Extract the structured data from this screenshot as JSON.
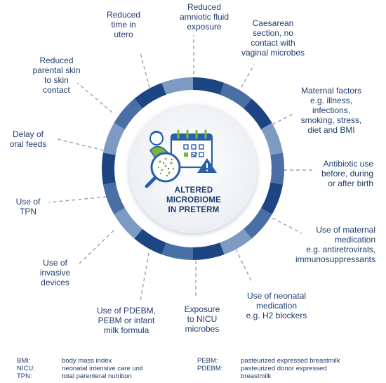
{
  "center": {
    "title_lines": [
      "ALTERED",
      "MICROBIOME",
      "IN PRETERM"
    ],
    "icon": "calendar-baby-microscope-warning-icon"
  },
  "factors": [
    {
      "id": "reduced-time-in-utero",
      "lines": [
        "Reduced",
        "time in",
        "utero"
      ]
    },
    {
      "id": "reduced-amniotic-fluid",
      "lines": [
        "Reduced",
        "amniotic fluid",
        "exposure"
      ]
    },
    {
      "id": "caesarean-section",
      "lines": [
        "Caesarean",
        "section, no",
        "contact with",
        "vaginal microbes"
      ]
    },
    {
      "id": "maternal-factors",
      "lines": [
        "Maternal factors",
        "e.g. illness,",
        "infections,",
        "smoking, stress,",
        "diet and BMI"
      ]
    },
    {
      "id": "antibiotic-use",
      "lines": [
        "Antibiotic use",
        "before, during",
        "or after birth"
      ]
    },
    {
      "id": "maternal-medication",
      "lines": [
        "Use of maternal",
        "medication",
        "e.g. antiretrovirals,",
        "immunosuppressants"
      ]
    },
    {
      "id": "neonatal-medication",
      "lines": [
        "Use of neonatal",
        "medication",
        "e.g. H2 blockers"
      ]
    },
    {
      "id": "nicu-exposure",
      "lines": [
        "Exposure",
        "to NICU",
        "microbes"
      ]
    },
    {
      "id": "milk-formula",
      "lines": [
        "Use of PDEBM,",
        "PEBM or infant",
        "milk formula"
      ]
    },
    {
      "id": "invasive-devices",
      "lines": [
        "Use of",
        "invasive",
        "devices"
      ]
    },
    {
      "id": "use-of-tpn",
      "lines": [
        "Use of",
        "TPN"
      ]
    },
    {
      "id": "delay-oral-feeds",
      "lines": [
        "Delay of",
        "oral feeds"
      ]
    },
    {
      "id": "reduced-skin-contact",
      "lines": [
        "Reduced",
        "parental skin",
        "to skin",
        "contact"
      ]
    }
  ],
  "legend_left": [
    {
      "abbr": "BMI:",
      "definition": "body mass index"
    },
    {
      "abbr": "NICU:",
      "definition": "neonatal intensive care unit"
    },
    {
      "abbr": "TPN:",
      "definition": "total parenteral nutrition"
    }
  ],
  "legend_right": [
    {
      "abbr": "PEBM:",
      "definition": "pasteurized expressed breastmilk"
    },
    {
      "abbr": "PDEBM:",
      "definition": "pasteurized donor expressed"
    },
    {
      "abbr": "",
      "definition": "breastmilk"
    }
  ],
  "colors": {
    "ring_dark": "#1d4483",
    "ring_mid": "#4a6fa5",
    "ring_light": "#7d9ac2",
    "inner_disc": "#f4f5f8",
    "text": "#1f3d6b",
    "connector": "#9aa2ad",
    "icon_green": "#7bb63a",
    "icon_blue": "#2a5fa8"
  }
}
